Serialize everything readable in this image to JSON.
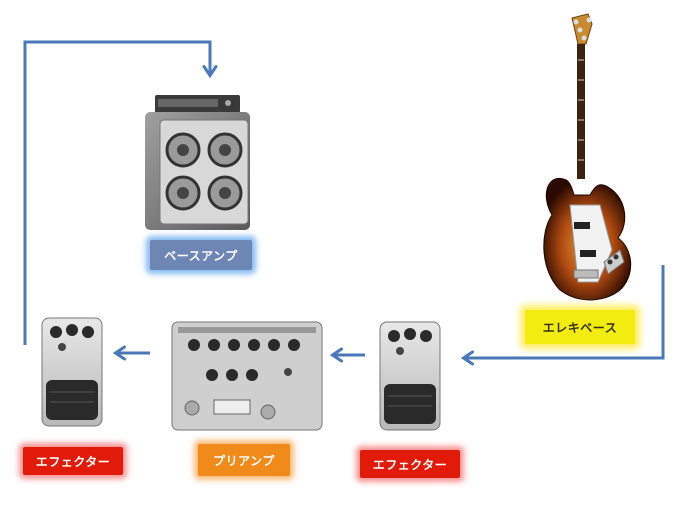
{
  "labels": {
    "bass_amp": "ベースアンプ",
    "electric_bass": "エレキベース",
    "preamp": "プリアンプ",
    "effector": "エフェクター"
  },
  "icons": {
    "amp": "bass-amp-cabinet-icon",
    "guitar": "electric-bass-guitar-icon",
    "preamp": "preamp-pedal-icon",
    "effector": "effector-pedal-icon"
  },
  "signal_chain": [
    "エレキベース",
    "エフェクター",
    "プリアンプ",
    "エフェクター",
    "ベースアンプ"
  ],
  "colors": {
    "arrow": "#4a78b8",
    "amp_label": "#6e86b4",
    "bass_label": "#f2ec10",
    "preamp_label": "#f08a1a",
    "effector_label": "#e21a0a"
  }
}
